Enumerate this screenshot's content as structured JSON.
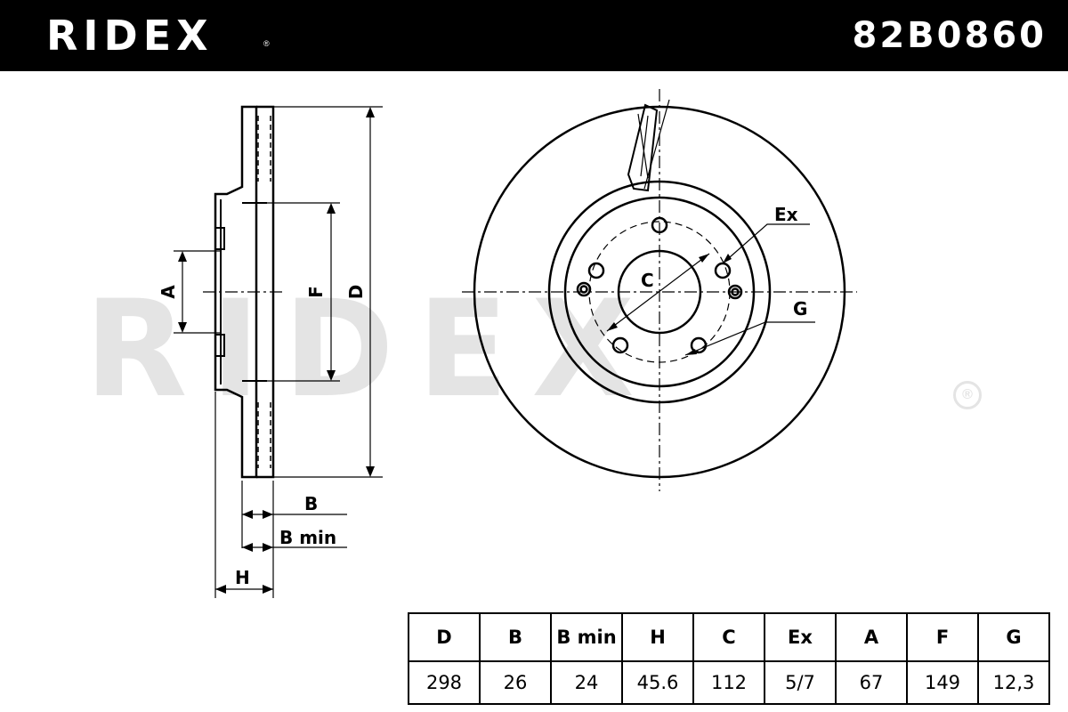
{
  "header": {
    "brand": "RIDEX",
    "brand_mark": "®",
    "part_number": "82B0860"
  },
  "watermark": {
    "text": "RIDEX",
    "mark": "®"
  },
  "diagram": {
    "labels": {
      "A": "A",
      "F": "F",
      "D": "D",
      "B": "B",
      "B_min": "B min",
      "H": "H",
      "C": "C",
      "Ex": "Ex",
      "G": "G"
    }
  },
  "spec_table": {
    "headers": [
      "D",
      "B",
      "B min",
      "H",
      "C",
      "Ex",
      "A",
      "F",
      "G"
    ],
    "values": [
      "298",
      "26",
      "24",
      "45.6",
      "112",
      "5/7",
      "67",
      "149",
      "12,3"
    ]
  }
}
